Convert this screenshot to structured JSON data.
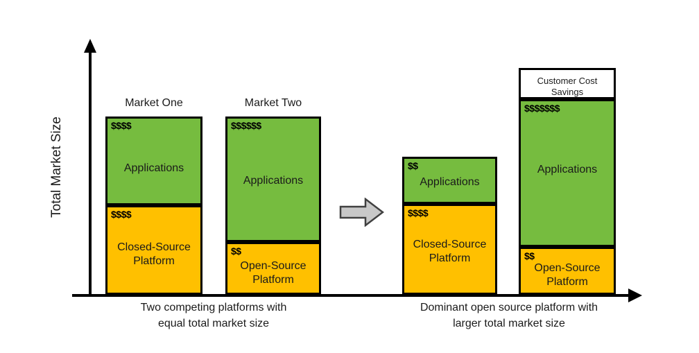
{
  "axes": {
    "y_title": "Total Market Size",
    "x_caption_left": "Two competing platforms with\nequal total market size",
    "x_caption_right": "Dominant open source platform with\nlarger total market size"
  },
  "bars": [
    {
      "id": "market-one",
      "caption": "Market One",
      "segments": [
        {
          "id": "applications",
          "label": "Applications",
          "money": "$$$$",
          "color": "#76BC3F"
        },
        {
          "id": "closed-source-platform",
          "label": "Closed-Source\nPlatform",
          "money": "$$$$",
          "color": "#FFC000"
        }
      ]
    },
    {
      "id": "market-two",
      "caption": "Market Two",
      "segments": [
        {
          "id": "applications",
          "label": "Applications",
          "money": "$$$$$$",
          "color": "#76BC3F"
        },
        {
          "id": "open-source-platform",
          "label": "Open-Source\nPlatform",
          "money": "$$",
          "color": "#FFC000"
        }
      ]
    },
    {
      "id": "closed-source-market",
      "caption": "",
      "segments": [
        {
          "id": "applications",
          "label": "Applications",
          "money": "$$",
          "color": "#76BC3F"
        },
        {
          "id": "closed-source-platform",
          "label": "Closed-Source\nPlatform",
          "money": "$$$$",
          "color": "#FFC000"
        }
      ]
    },
    {
      "id": "open-source-market",
      "caption": "",
      "segments": [
        {
          "id": "customer-cost-savings",
          "label": "Customer Cost\nSavings",
          "money": "",
          "color": "#FFFFFF"
        },
        {
          "id": "applications",
          "label": "Applications",
          "money": "$$$$$$$",
          "color": "#76BC3F"
        },
        {
          "id": "open-source-platform",
          "label": "Open-Source\nPlatform",
          "money": "$$",
          "color": "#FFC000"
        }
      ]
    }
  ],
  "flow_arrow": {
    "name": "transition-arrow",
    "direction": "right",
    "color": "#C8C8C8"
  },
  "colors": {
    "green": "#76BC3F",
    "orange": "#FFC000",
    "white": "#FFFFFF",
    "outline": "#000000",
    "arrow_fill": "#C8C8C8"
  }
}
